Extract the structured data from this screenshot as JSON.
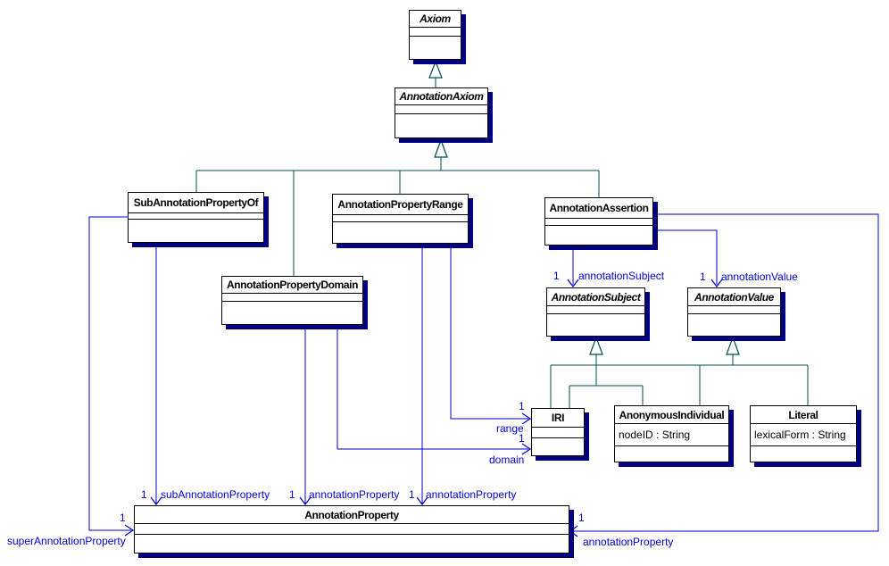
{
  "colors": {
    "assoc": "#0000cd",
    "label": "#0000dd",
    "generalization": "#004d4d",
    "shadow": "#000080",
    "border": "#000000",
    "background": "#ffffff"
  },
  "classes": {
    "axiom": {
      "name": "Axiom",
      "abstract": true
    },
    "annotation_axiom": {
      "name": "AnnotationAxiom",
      "abstract": true
    },
    "sub_annotation_property_of": {
      "name": "SubAnnotationPropertyOf"
    },
    "annotation_property_range": {
      "name": "AnnotationPropertyRange"
    },
    "annotation_assertion": {
      "name": "AnnotationAssertion"
    },
    "annotation_property_domain": {
      "name": "AnnotationPropertyDomain"
    },
    "annotation_subject": {
      "name": "AnnotationSubject",
      "abstract": true
    },
    "annotation_value": {
      "name": "AnnotationValue",
      "abstract": true
    },
    "iri": {
      "name": "IRI"
    },
    "anonymous_individual": {
      "name": "AnonymousIndividual",
      "attribute": "nodeID : String"
    },
    "literal": {
      "name": "Literal",
      "attribute": "lexicalForm : String"
    },
    "annotation_property": {
      "name": "AnnotationProperty"
    }
  },
  "edge_labels": {
    "sub_annotation_property": {
      "multiplicity": "1",
      "name": "subAnnotationProperty"
    },
    "super_annotation_property": {
      "multiplicity": "1",
      "name": "superAnnotationProperty"
    },
    "domain_annotation_property": {
      "multiplicity": "1",
      "name": "annotationProperty"
    },
    "range_annotation_property": {
      "multiplicity": "1",
      "name": "annotationProperty"
    },
    "assertion_annotation_property": {
      "multiplicity": "1",
      "name": "annotationProperty"
    },
    "domain": {
      "multiplicity": "1",
      "name": "domain"
    },
    "range": {
      "multiplicity": "1",
      "name": "range"
    },
    "annotation_subject": {
      "multiplicity": "1",
      "name": "annotationSubject"
    },
    "annotation_value": {
      "multiplicity": "1",
      "name": "annotationValue"
    }
  }
}
